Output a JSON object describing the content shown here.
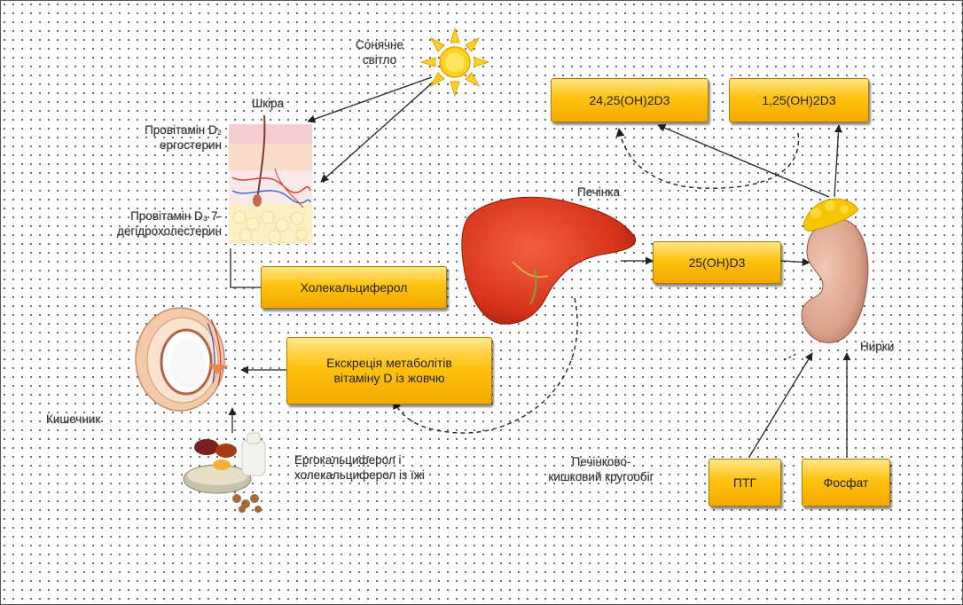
{
  "labels": {
    "sunlight": "Сонячне світло",
    "skin": "Шкіра",
    "provitamin_d2": "Провітамін D₂ ергостерин",
    "provitamin_d3": "Провітамін D₃ 7-дегідрохолестерин",
    "liver": "Печінка",
    "kidneys": "Нирки",
    "intestine": "Кишечник",
    "food": "Ергокальциферол і холекальциферол із їжі",
    "enterohepatic": "Печінково-кишковий кругообіг"
  },
  "boxes": {
    "cholecalciferol": "Холекальциферол",
    "excretion": "Екскреція метаболітів вітаміну D із жовчю",
    "calcidiol": "25(OH)D3",
    "metabolite_24_25": "24,25(OH)2D3",
    "calcitriol": "1,25(OH)2D3",
    "pth": "ПТГ",
    "phosphate": "Фосфат"
  },
  "colors": {
    "box_fill": "#ffc20e",
    "sun": "#ffd21f",
    "liver": "#d8341a",
    "kidney": "#d9a08a",
    "adrenal": "#f6c700"
  }
}
